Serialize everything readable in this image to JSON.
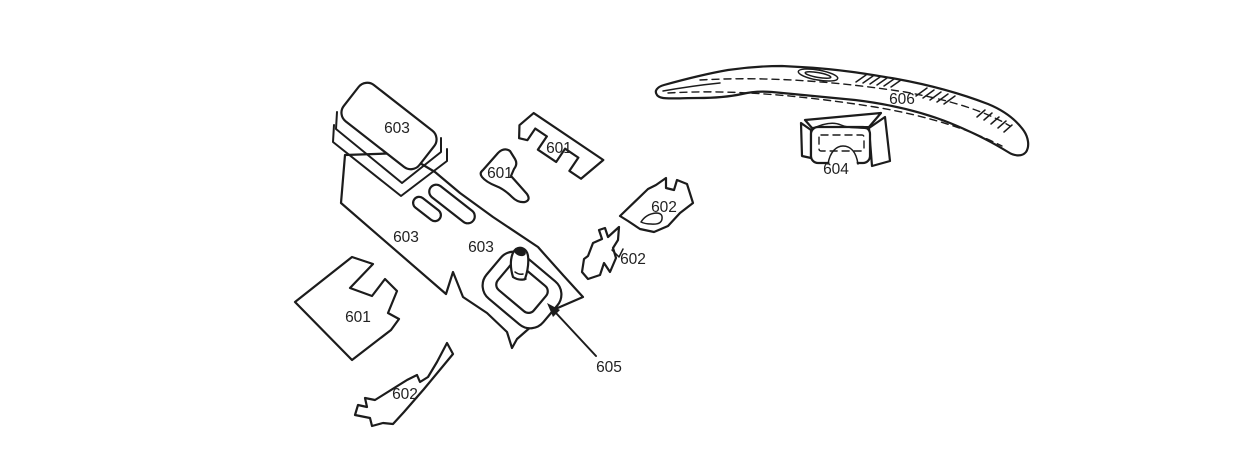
{
  "figure": {
    "type": "exploded-parts-line-diagram",
    "background_color": "#ffffff",
    "line_color": "#1c1c1c",
    "label_color": "#222222",
    "part_numbers_visible": [
      "601",
      "602",
      "603",
      "604",
      "605",
      "606"
    ],
    "labels": [
      {
        "part": "603",
        "text": "603",
        "location": "armrest-pad"
      },
      {
        "part": "601",
        "text": "601",
        "location": "keyhole-piece"
      },
      {
        "part": "601",
        "text": "601",
        "location": "notched-clip-piece"
      },
      {
        "part": "602",
        "text": "602",
        "location": "upper-right-piece"
      },
      {
        "part": "602",
        "text": "602",
        "location": "mid-right-piece"
      },
      {
        "part": "603",
        "text": "603",
        "location": "tunnel-left"
      },
      {
        "part": "603",
        "text": "603",
        "location": "tunnel-right"
      },
      {
        "part": "601",
        "text": "601",
        "location": "diamond-panel"
      },
      {
        "part": "602",
        "text": "602",
        "location": "bottom-strip"
      },
      {
        "part": "605",
        "text": "605",
        "location": "arrow-callout"
      },
      {
        "part": "606",
        "text": "606",
        "location": "dash-panel"
      },
      {
        "part": "604",
        "text": "604",
        "location": "heater-box-pad"
      }
    ]
  }
}
